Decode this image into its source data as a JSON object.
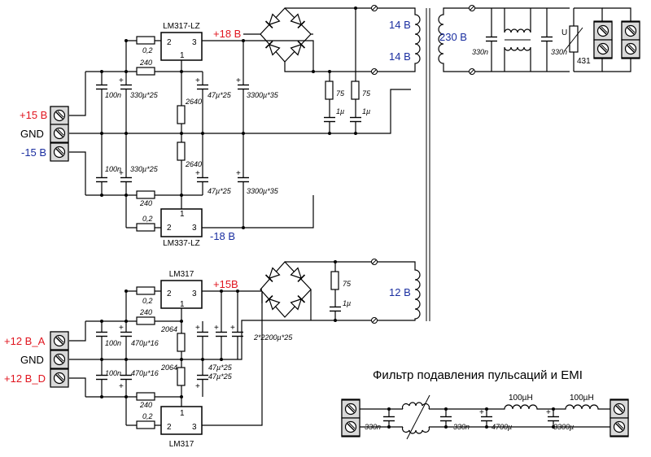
{
  "figure": {
    "filter_title": "Фильтр подавления пульсаций и EMI"
  },
  "supply1": {
    "reg_top": "LM317-LZ",
    "reg_bottom": "LM337-LZ",
    "pin_adj": "1",
    "pin_in": "2",
    "pin_out": "3",
    "r_sense_top": "0,2",
    "r_sense_bottom": "0,2",
    "r_240_top": "240",
    "r_240_bottom": "240",
    "r_2640_top": "2640",
    "r_2640_bottom": "2640",
    "c_100n_top": "100n",
    "c_100n_bottom": "100n",
    "c_330u_top": "330µ*25",
    "c_330u_bottom": "330µ*25",
    "c_47u_top": "47µ*25",
    "c_47u_bottom": "47µ*25",
    "c_3300_top": "3300µ*35",
    "c_3300_bottom": "3300µ*35",
    "r_75_a": "75",
    "r_75_b": "75",
    "c_1u_a": "1µ",
    "c_1u_b": "1µ",
    "v_pos": "+18 В",
    "v_neg": "-18 В",
    "winding_top": "14 В",
    "winding_bottom": "14 В",
    "out_pos": "+15 В",
    "out_gnd": "GND",
    "out_neg": "-15 В"
  },
  "primary": {
    "mains": "230 В",
    "c_x1": "330n",
    "c_x2": "330n",
    "varistor": "431",
    "varistor_mark": "U"
  },
  "supply2": {
    "reg_top": "LM317",
    "reg_bottom": "LM317",
    "r_sense_top": "0,2",
    "r_sense_bottom": "0,2",
    "r_240_top": "240",
    "r_240_bottom": "240",
    "r_2064_top": "2064",
    "r_2064_bottom": "2064",
    "c_100n_top": "100n",
    "c_100n_bottom": "100n",
    "c_470u_top": "470µ*16",
    "c_470u_bottom": "470µ*16",
    "c_47u_top": "47µ*25",
    "c_47u_bottom": "47µ*25",
    "c_2200": "2*2200µ*25",
    "r_75": "75",
    "c_1u": "1µ",
    "v_pos": "+15В",
    "winding": "12 В",
    "out_a": "+12 В_A",
    "out_gnd": "GND",
    "out_d": "+12 В_D"
  },
  "filter": {
    "c1": "330n",
    "c2": "330n",
    "c3": "4700µ",
    "c4": "3300µ",
    "l1": "100µH",
    "l2": "100µH"
  }
}
